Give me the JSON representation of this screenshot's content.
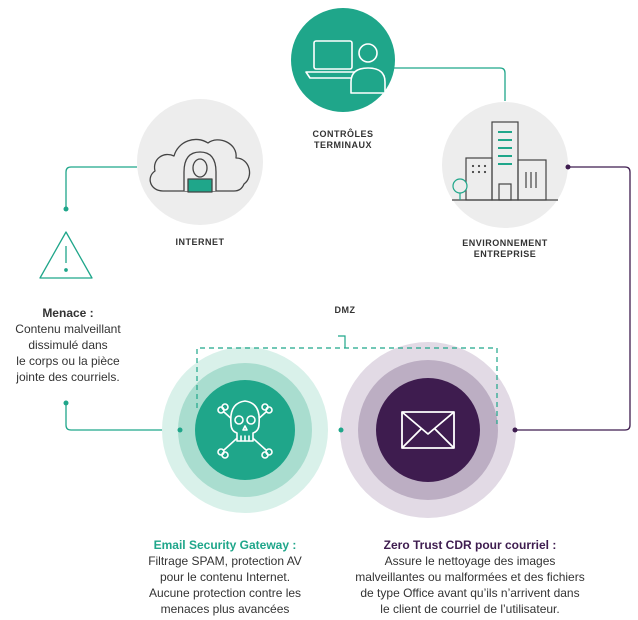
{
  "nodes": {
    "endpoint": {
      "label": [
        "CONTRÔLES",
        "TERMINAUX"
      ],
      "icon": "laptop-user-icon"
    },
    "internet": {
      "label": "INTERNET",
      "icon": "cloud-hacker-icon"
    },
    "enterprise": {
      "label": [
        "ENVIRONNEMENT",
        "ENTREPRISE"
      ],
      "icon": "buildings-icon"
    }
  },
  "threat": {
    "title": "Menace :",
    "lines": [
      "Contenu malveillant",
      "dissimulé dans",
      "le corps ou la pièce",
      "jointe des courriels."
    ],
    "icon": "warning-icon"
  },
  "dmz": {
    "label": "DMZ"
  },
  "gateway": {
    "title": "Email Security Gateway :",
    "lines": [
      "Filtrage SPAM, protection AV",
      "pour le contenu Internet.",
      "Aucune protection contre les",
      "menaces plus avancées"
    ],
    "icon": "skull-crossbones-icon"
  },
  "cdr": {
    "title": "Zero Trust CDR pour courriel :",
    "lines": [
      "Assure le nettoyage des images",
      "malveillantes ou malformées et des fichiers",
      "de type Office avant qu’ils n’arrivent dans",
      "le client de courriel de l’utilisateur."
    ],
    "icon": "envelope-icon"
  },
  "colors": {
    "teal": "#1fa68a",
    "teal_light": "#a9ddcf",
    "teal_pale": "#d9f1ea",
    "purple": "#3e1c4f",
    "purple_light": "#bcaec3",
    "purple_pale": "#e2dae5",
    "node_gray": "#ededed",
    "text": "#333333"
  }
}
